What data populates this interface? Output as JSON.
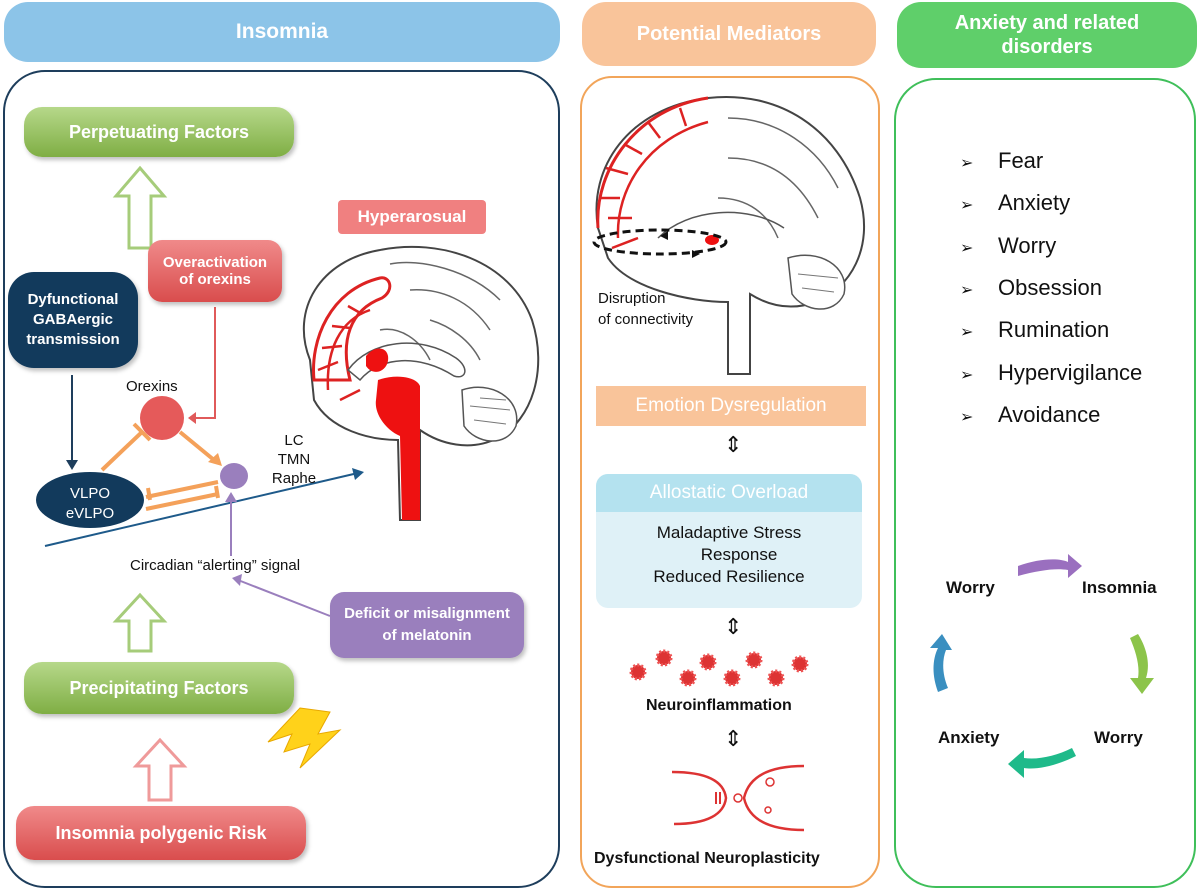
{
  "headers": {
    "insomnia": "Insomnia",
    "mediators": "Potential Mediators",
    "anxiety_line1": "Anxiety and related",
    "anxiety_line2": "disorders"
  },
  "insomnia_panel": {
    "perpetuating": "Perpetuating Factors",
    "overactivation_line1": "Overactivation",
    "overactivation_line2": "of orexins",
    "dysfunctional_line1": "Dyfunctional",
    "dysfunctional_line2": "GABAergic",
    "dysfunctional_line3": "transmission",
    "hyperarousal": "Hyperarosual",
    "orexins": "Orexins",
    "vlpo_line1": "VLPO",
    "vlpo_line2": "eVLPO",
    "lc": "LC",
    "tmn": "TMN",
    "raphe": "Raphe",
    "circadian": "Circadian “alerting” signal",
    "deficit_line1": "Deficit or misalignment",
    "deficit_line2": "of melatonin",
    "precipitating": "Precipitating Factors",
    "polygenic": "Insomnia polygenic Risk"
  },
  "mediators_panel": {
    "disruption_line1": "Disruption",
    "disruption_line2": "of connectivity",
    "emotion": "Emotion Dysregulation",
    "allostatic": "Allostatic Overload",
    "stress_line1": "Maladaptive Stress",
    "stress_line2": "Response",
    "stress_line3": "Reduced Resilience",
    "neuroinflammation": "Neuroinflammation",
    "neuroplasticity": "Dysfunctional Neuroplasticity"
  },
  "anxiety_panel": {
    "symptoms": [
      "Fear",
      "Anxiety",
      "Worry",
      "Obsession",
      "Rumination",
      "Hypervigilance",
      "Avoidance"
    ],
    "cycle": {
      "worry_left": "Worry",
      "insomnia": "Insomnia",
      "worry_right": "Worry",
      "anxiety": "Anxiety"
    }
  },
  "colors": {
    "header_blue": "#8cc4e8",
    "header_orange": "#f9c49a",
    "header_green": "#5fcf6a",
    "panel_navy": "#1e3e5c",
    "panel_orange": "#f2a55a",
    "panel_green": "#3fbf5a",
    "red_accent": "#e8383a",
    "purple": "#9a7fbd"
  }
}
